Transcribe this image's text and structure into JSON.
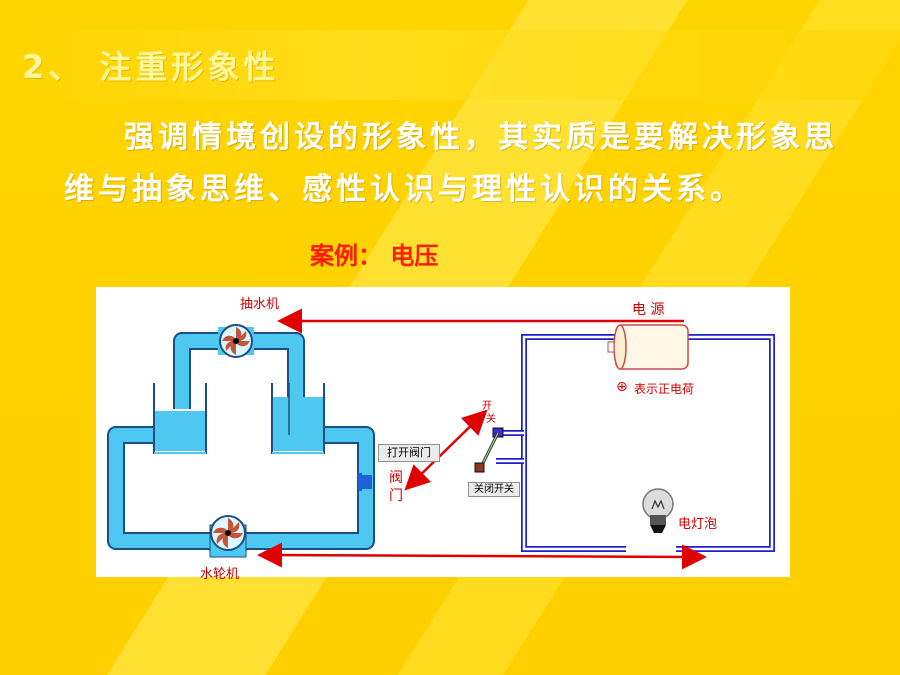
{
  "slide": {
    "heading": "2、 注重形象性",
    "paragraph": "强调情境创设的形象性，其实质是要解决形象思维与抽象思维、感性认识与理性认识的关系。",
    "case_label": "案例：  电压"
  },
  "diagram": {
    "pump_label": "抽水机",
    "turbine_label": "水轮机",
    "valve_label_1": "阀",
    "valve_label_2": "门",
    "switch_label_1": "开",
    "switch_label_2": "关",
    "power_label": "电  源",
    "charge_symbol": "⊕",
    "charge_label": "表示正电荷",
    "bulb_label": "电灯泡",
    "open_valve_button": "打开阀门",
    "close_switch_button": "关闭开关"
  },
  "colors": {
    "background": "#ffd200",
    "water": "#4ec8f0",
    "pipe_outline": "#1a4f86",
    "wire": "#1f1fd0",
    "arrow": "#e00000",
    "fan_blade": "#c2553a"
  }
}
